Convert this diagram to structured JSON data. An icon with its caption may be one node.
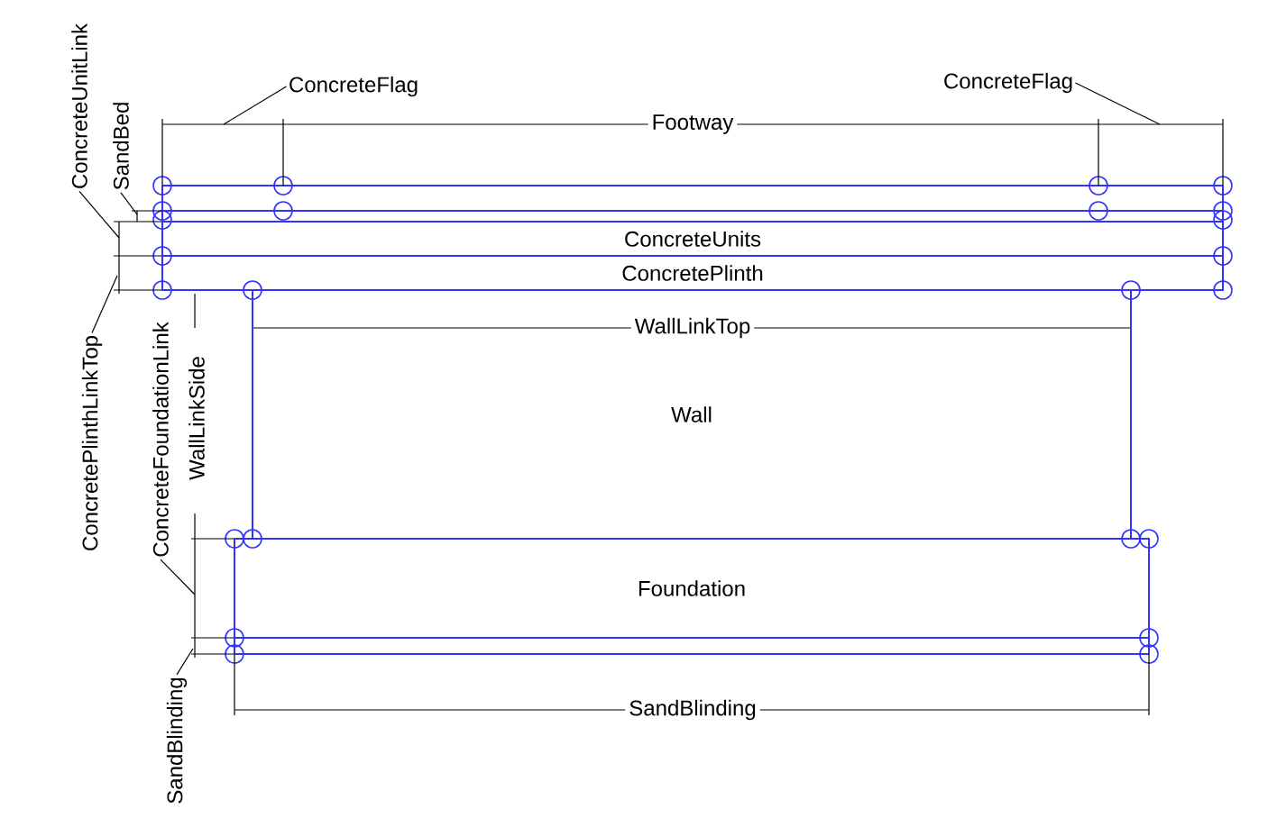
{
  "diagram": {
    "nodes": [
      {
        "text": [
          "ConcreteFlag"
        ]
      },
      {
        "text": [
          "ConcreteFlag"
        ]
      },
      {
        "text": [
          "ConcreteUnitLink"
        ]
      },
      {
        "text": [
          "SandBed"
        ]
      },
      {
        "text": [
          "ConcreteUnits"
        ]
      },
      {
        "text": [
          "ConcretePlinth"
        ]
      },
      {
        "text": [
          "ConcretePlinthLinkTop"
        ]
      },
      {
        "text": [
          "ConcreteFoundationLink"
        ]
      },
      {
        "text": [
          "Wall"
        ]
      },
      {
        "text": [
          "Foundation"
        ]
      },
      {
        "text": [
          "SandBlinding"
        ]
      }
    ],
    "edges": [
      {
        "from": 0,
        "to": null,
        "arrow": "none"
      },
      {
        "from": 1,
        "to": null,
        "arrow": "none"
      },
      {
        "from": 2,
        "to": null,
        "arrow": "none"
      },
      {
        "from": 3,
        "to": null,
        "arrow": "none"
      },
      {
        "from": 6,
        "to": null,
        "arrow": "none"
      },
      {
        "from": 7,
        "to": null,
        "arrow": "none"
      },
      {
        "from": 10,
        "to": null,
        "arrow": "none"
      }
    ],
    "labels": [
      "Footway",
      "WallLinkTop",
      "WallLinkSide",
      "SandBlinding"
    ]
  }
}
